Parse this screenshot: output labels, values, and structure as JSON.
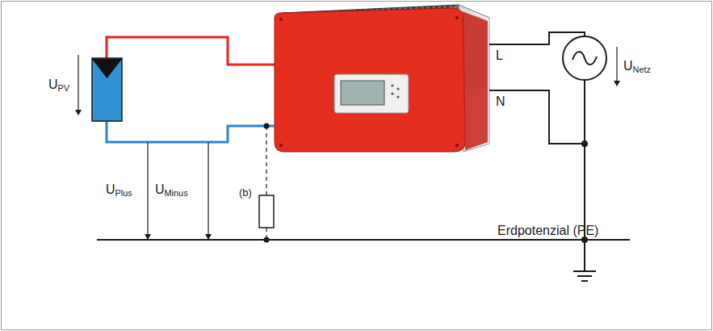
{
  "diagram": {
    "labels": [
      "UPV",
      "UPlus",
      "UMinus",
      "(b)",
      "L",
      "N",
      "UNetz",
      "Erdpotenzial (PE)"
    ]
  }
}
